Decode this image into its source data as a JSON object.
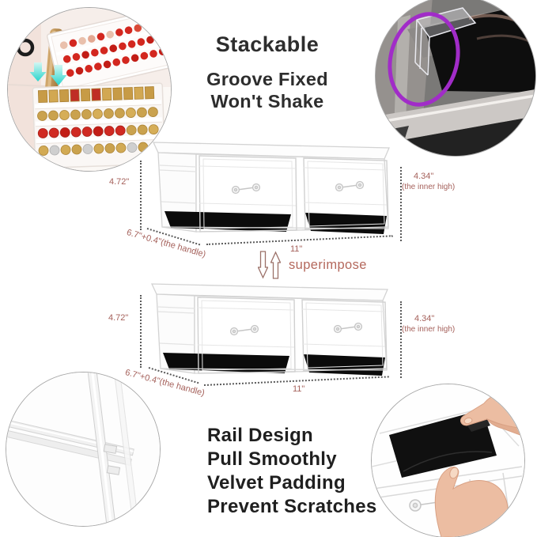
{
  "headline": {
    "title": "Stackable",
    "subtitle_lines": [
      "Groove Fixed",
      "Won't Shake"
    ]
  },
  "features": {
    "lines": [
      "Rail Design",
      "Pull Smoothly",
      "Velvet Padding",
      "Prevent Scratches"
    ]
  },
  "dimensions": {
    "outer_height": "4.72\"",
    "inner_height": "4.34\"",
    "inner_height_note": "(the inner high)",
    "depth_with_handle": "6.7\"+0.4\"(the handle)",
    "width": "11\"",
    "stack_label": "superimpose"
  },
  "colors": {
    "dimension_text": "#a5615b",
    "superimpose_text": "#b4685c",
    "heading_text": "#2d2d2d",
    "highlight_purple": "#a12cc8",
    "stack_arrow_cyan": "#35d6cf",
    "velvet_black": "#0b0b0b"
  }
}
